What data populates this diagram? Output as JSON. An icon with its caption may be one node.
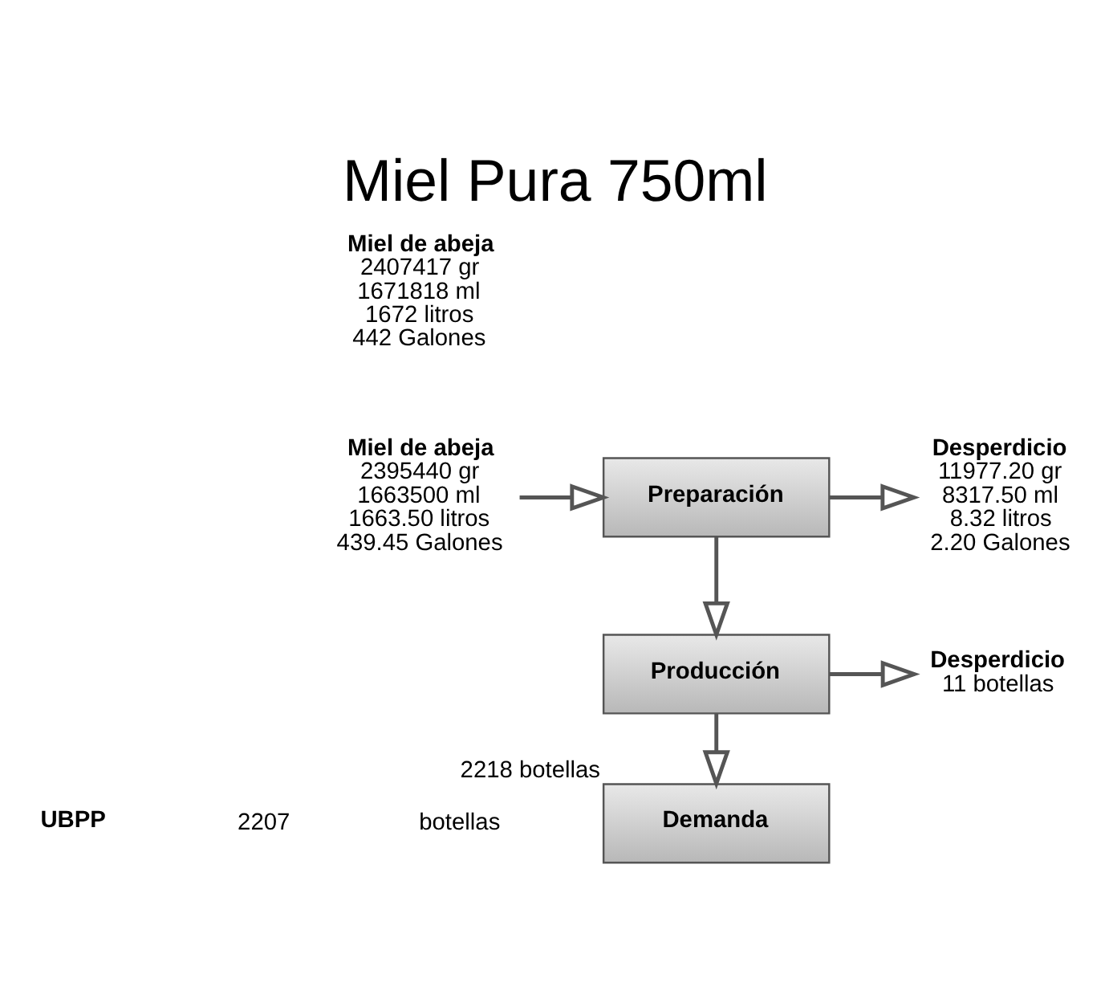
{
  "diagram": {
    "title": "Miel Pura 750ml",
    "nodes": [
      {
        "text": [
          "Miel de abeja",
          "2407417 gr",
          "1671818 ml",
          "1672 litros",
          "442 Galones"
        ]
      },
      {
        "text": [
          "Miel de abeja",
          "2395440 gr",
          "1663500 ml",
          "1663.50 litros",
          "439.45 Galones"
        ]
      },
      {
        "text": [
          "Preparación"
        ]
      },
      {
        "text": [
          "Desperdicio",
          "11977.20 gr",
          "8317.50 ml",
          "8.32 litros",
          "2.20 Galones"
        ]
      },
      {
        "text": [
          "Producción"
        ]
      },
      {
        "text": [
          "Desperdicio",
          "11 botellas"
        ]
      },
      {
        "text": [
          "Demanda"
        ],
        "beside": [
          "2218 botellas"
        ]
      }
    ],
    "edges": [
      {
        "from": 1,
        "to": 2,
        "arrow": "to"
      },
      {
        "from": 2,
        "to": 4,
        "arrow": "to"
      },
      {
        "from": 2,
        "to": 3,
        "arrow": "to"
      },
      {
        "from": 4,
        "to": 6,
        "arrow": "to"
      },
      {
        "from": 4,
        "to": 5,
        "arrow": "to"
      }
    ],
    "labels": [
      "UBPP",
      "2207",
      "botellas"
    ]
  }
}
